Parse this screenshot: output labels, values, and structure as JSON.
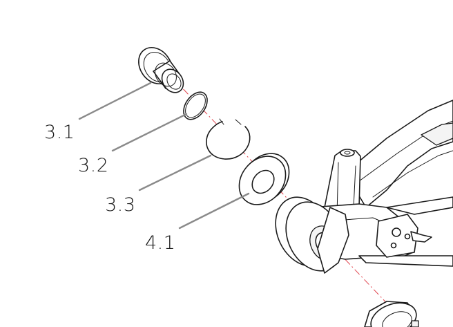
{
  "callouts": [
    {
      "id": "bushing",
      "label": "3.1"
    },
    {
      "id": "small-ring",
      "label": "3.2"
    },
    {
      "id": "circlip",
      "label": "3.3"
    },
    {
      "id": "washer",
      "label": "4.1"
    }
  ],
  "colors": {
    "axis_line": "#e0404a",
    "leader_line": "#8a8a8a",
    "outline": "#1a1a1a"
  }
}
